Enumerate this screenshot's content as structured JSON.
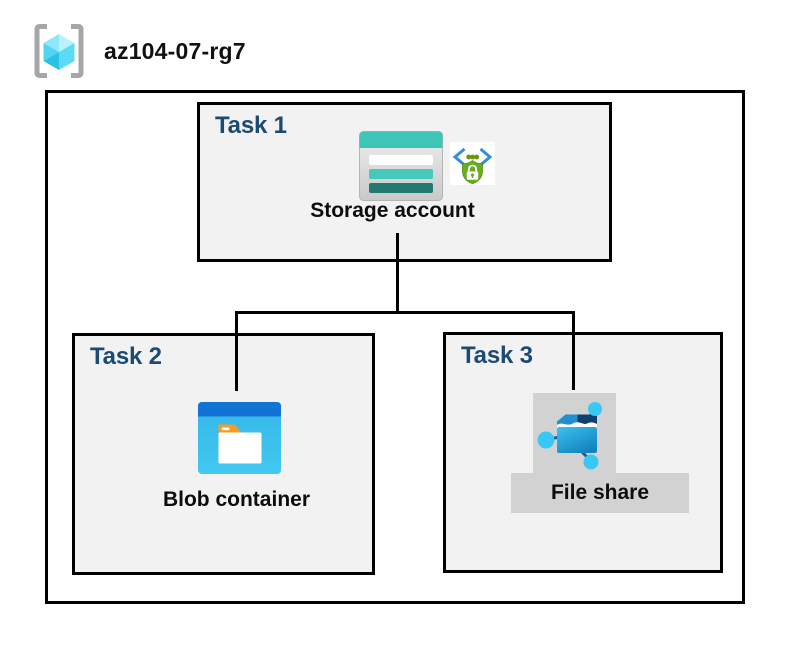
{
  "header": {
    "resource_group_name": "az104-07-rg7"
  },
  "tasks": [
    {
      "label": "Task 1",
      "resource": "Storage account"
    },
    {
      "label": "Task 2",
      "resource": "Blob container"
    },
    {
      "label": "Task 3",
      "resource": "File share"
    }
  ],
  "icons": {
    "header": "azure-resource-group-icon",
    "task1": [
      "storage-account-icon",
      "secure-access-shield-icon"
    ],
    "task2": "blob-container-icon",
    "task3": "file-share-icon"
  },
  "colors": {
    "task_label_blue": "#1b4a73",
    "task_box_fill": "#f2f2f2",
    "border_black": "#000000",
    "highlight_gray": "#d2d2d2",
    "storage_teal": "#3dc6b5",
    "storage_teal_dark": "#22796f",
    "blob_band_blue": "#1273d4",
    "blob_body_cyan": "#3bbfec",
    "blob_tab_orange": "#f79b28",
    "fileshare_navy": "#113f6e",
    "fileshare_cyan": "#38c8f6",
    "shield_green": "#68ad22",
    "chevron_blue": "#2f8de2",
    "bracket_gray": "#a6a6a6"
  }
}
